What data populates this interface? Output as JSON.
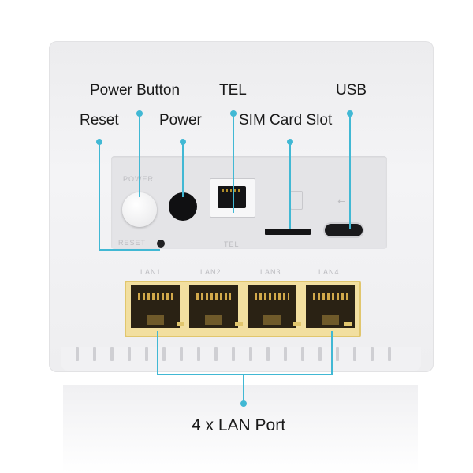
{
  "callouts": {
    "power_button": "Power Button",
    "tel": "TEL",
    "usb": "USB",
    "reset": "Reset",
    "power": "Power",
    "sim_card_slot": "SIM Card Slot",
    "lan_port": "4 x LAN Port"
  },
  "panel_labels": {
    "power": "POWER",
    "reset": "RESET",
    "tel": "TEL",
    "lan": [
      "LAN1",
      "LAN2",
      "LAN3",
      "LAN4"
    ]
  },
  "colors": {
    "callout_line": "#41b8d4",
    "lan_frame": "#f2dfa0",
    "device_body": "#ececee"
  }
}
